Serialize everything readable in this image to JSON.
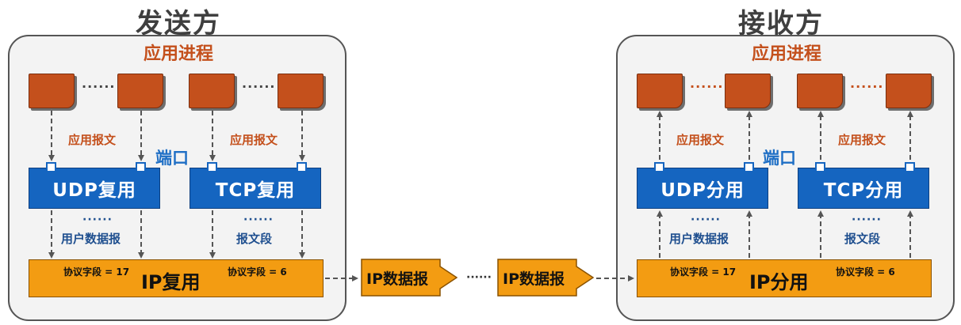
{
  "sender": {
    "title": "发送方",
    "process_title": "应用进程",
    "ellipsis": "······",
    "msg_label_udp": "应用报文",
    "msg_label_tcp": "应用报文",
    "port_label": "端口",
    "udp_box": "UDP复用",
    "tcp_box": "TCP复用",
    "udp_dots": "······",
    "tcp_dots": "······",
    "udp_label": "用户数据报",
    "tcp_label": "报文段",
    "ip_box": "IP复用",
    "udp_field": "协议字段 = 17",
    "tcp_field": "协议字段 = 6"
  },
  "receiver": {
    "title": "接收方",
    "process_title": "应用进程",
    "ellipsis": "······",
    "msg_label_udp": "应用报文",
    "msg_label_tcp": "应用报文",
    "port_label": "端口",
    "udp_box": "UDP分用",
    "tcp_box": "TCP分用",
    "udp_dots": "······",
    "tcp_dots": "······",
    "udp_label": "用户数据报",
    "tcp_label": "报文段",
    "ip_box": "IP分用",
    "udp_field": "协议字段 = 17",
    "tcp_field": "协议字段 = 6"
  },
  "transit": {
    "datagram_1": "IP数据报",
    "datagram_2": "IP数据报",
    "ellipsis": "······"
  },
  "colors": {
    "process": "#c4501c",
    "transport": "#1565c0",
    "network": "#f39c12",
    "port_label": "#1f6fc5"
  }
}
